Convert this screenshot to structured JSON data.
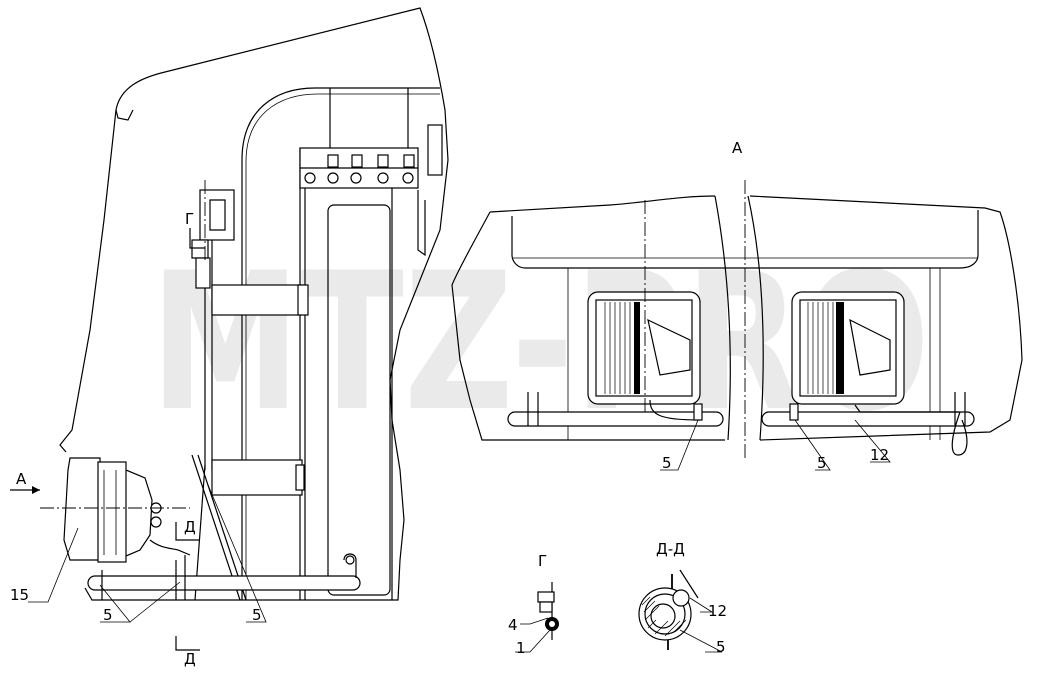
{
  "watermark": "MTZ-PRO",
  "view_labels": {
    "view_a_title": "А",
    "view_a_arrow": "А",
    "detail_g": "Г",
    "detail_g_marker": "Г",
    "section_dd": "Д-Д",
    "section_marker_top": "Д",
    "section_marker_bottom": "Д"
  },
  "callouts": {
    "side_15": "15",
    "side_5_left": "5",
    "side_5_right": "5",
    "view_5_left": "5",
    "view_5_right": "5",
    "view_12": "12",
    "detail_4": "4",
    "detail_1": "1",
    "section_12": "12",
    "section_5": "5"
  }
}
